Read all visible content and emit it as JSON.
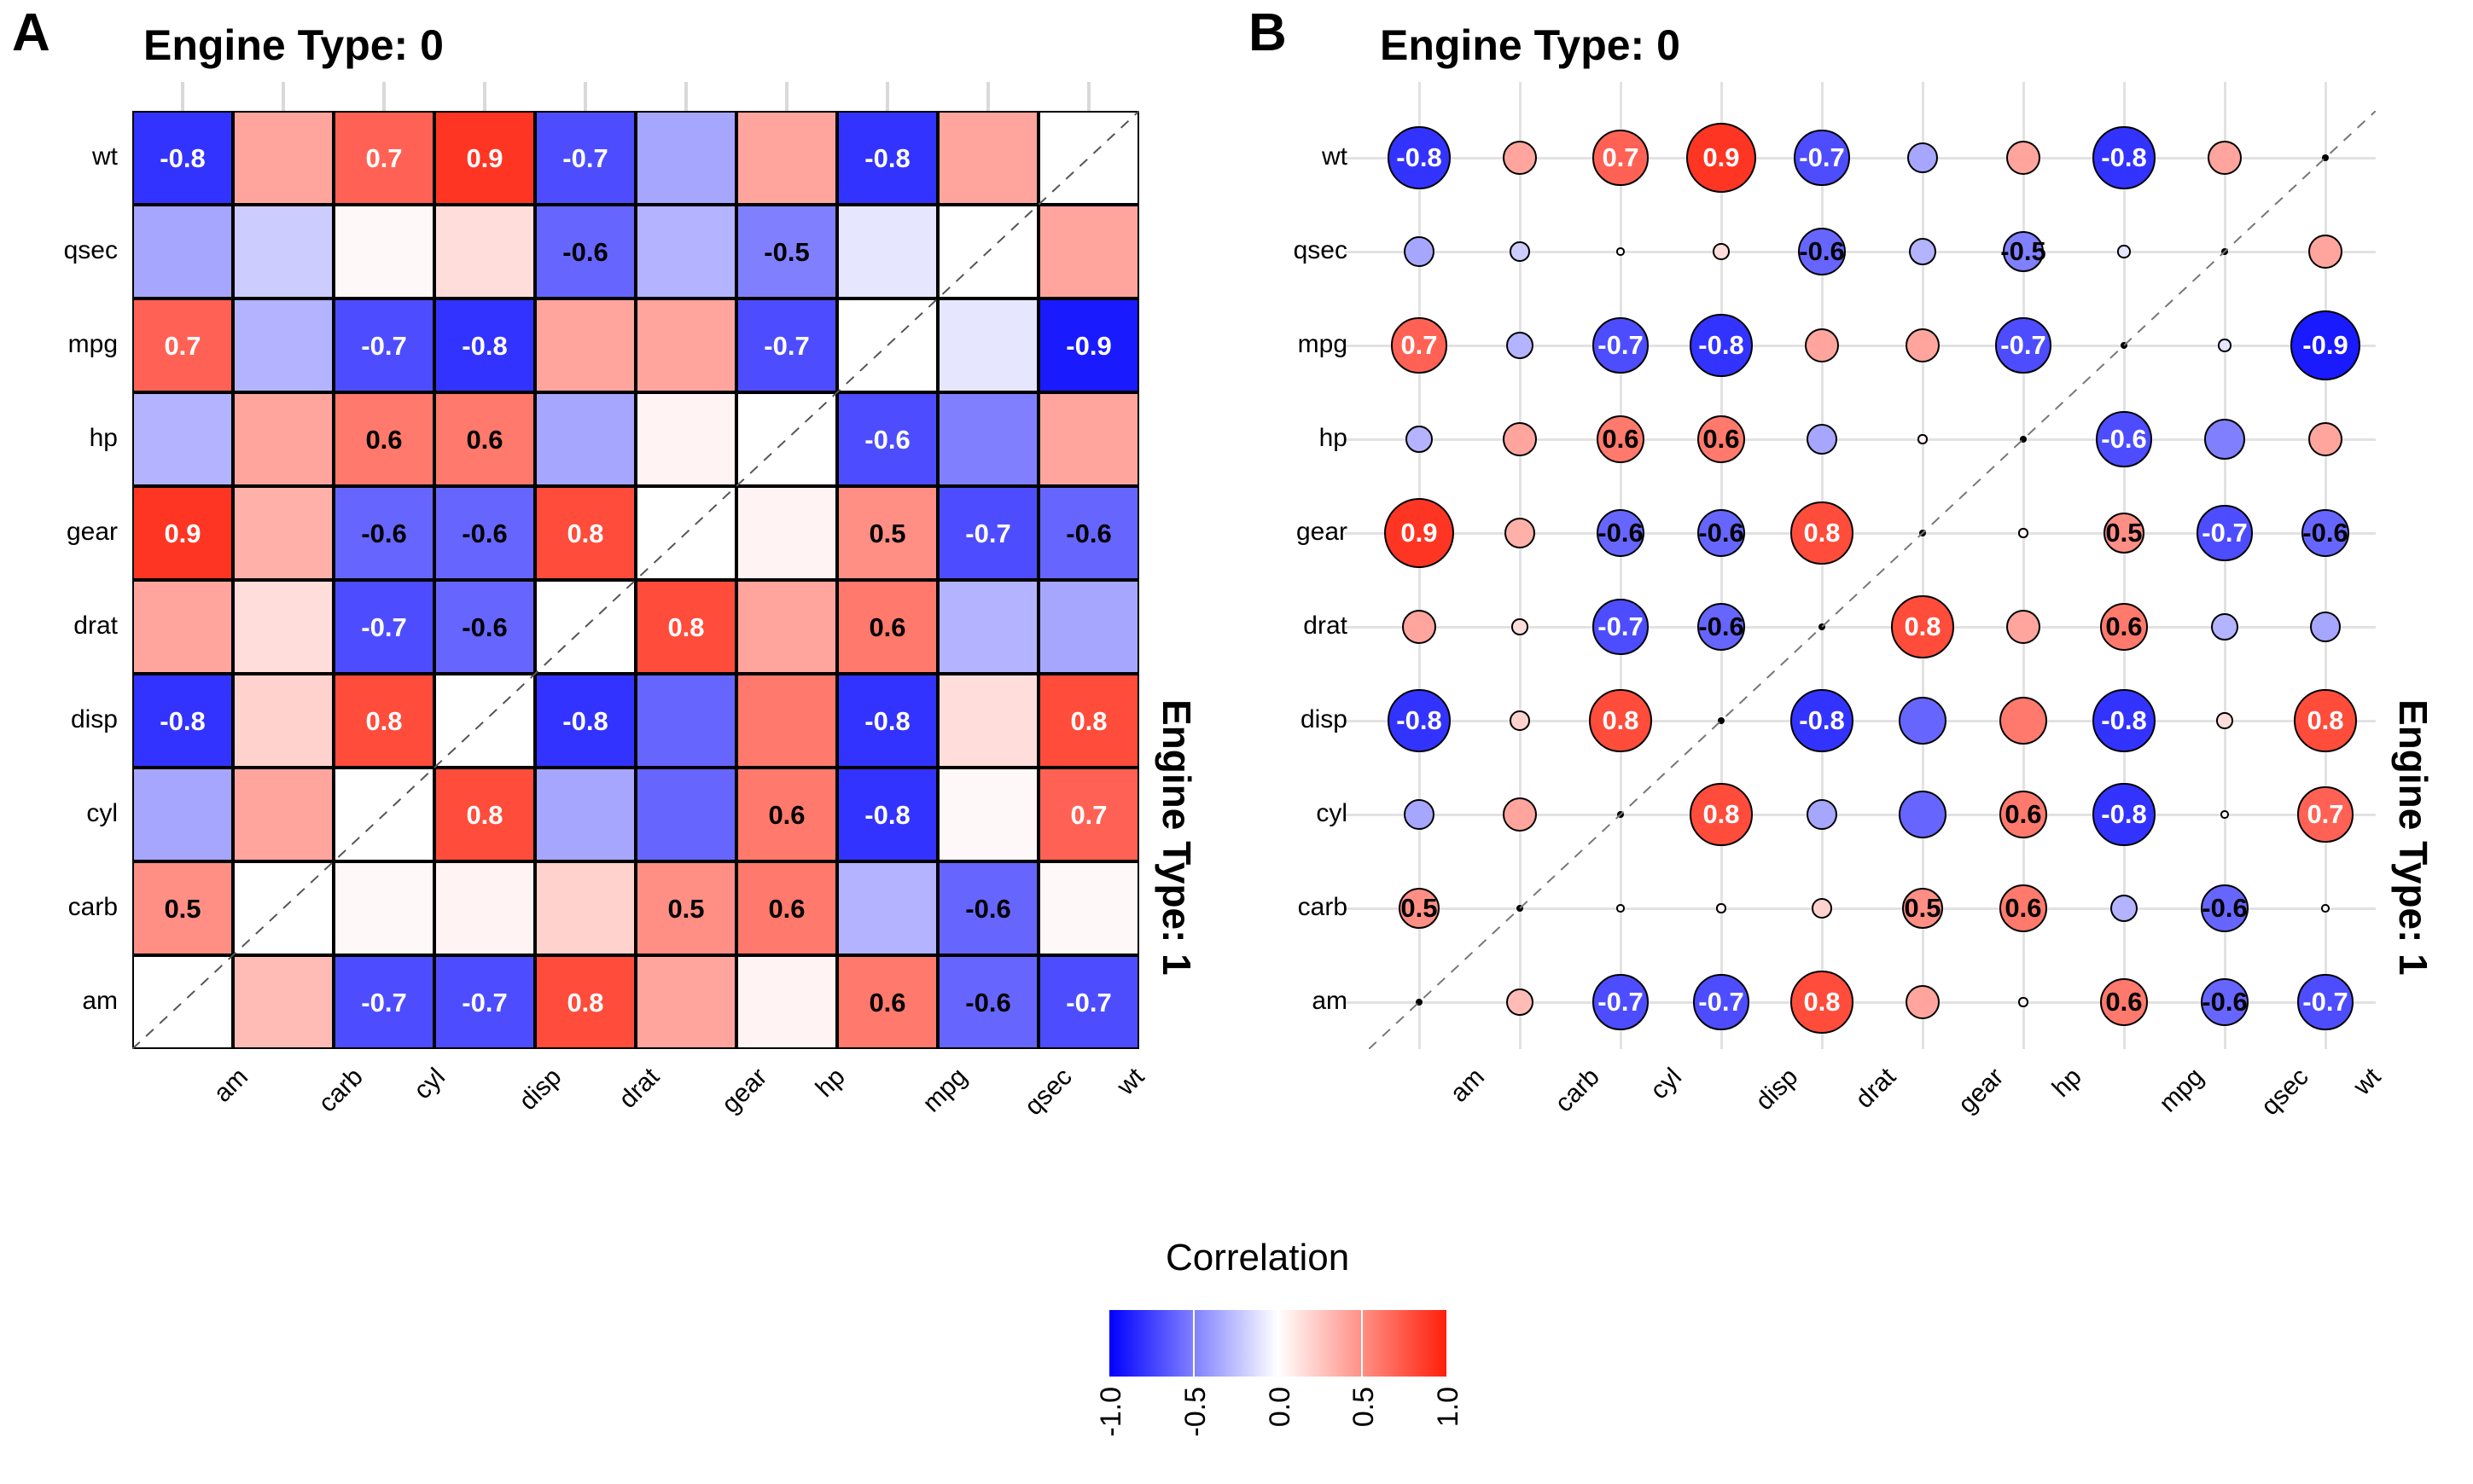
{
  "panels": [
    {
      "tag": "A",
      "title": "Engine Type: 0",
      "strip_label": "Engine Type: 1",
      "type": "tile"
    },
    {
      "tag": "B",
      "title": "Engine Type: 0",
      "strip_label": "Engine Type: 1",
      "type": "circle"
    }
  ],
  "legend": {
    "title": "Correlation",
    "ticks": [
      "-1.0",
      "-0.5",
      "0.0",
      "0.5",
      "1.0"
    ],
    "tick_values": [
      -1.0,
      -0.5,
      0.0,
      0.5,
      1.0
    ],
    "low_color": "#0000ff",
    "mid_color": "#ffffff",
    "high_color": "#ff1f0a"
  },
  "chart_data": {
    "type": "heatmap",
    "title": "Engine Type: 0",
    "xlabel": "",
    "ylabel": "",
    "grid": true,
    "legend_position": "bottom",
    "value_label_threshold": 0.45,
    "color_scale": {
      "min": -1.0,
      "mid": 0.0,
      "max": 1.0,
      "low": "#0000ff",
      "mid_color": "#ffffff",
      "high": "#ff1f0a"
    },
    "x_categories": [
      "am",
      "carb",
      "cyl",
      "disp",
      "drat",
      "gear",
      "hp",
      "mpg",
      "qsec",
      "wt"
    ],
    "y_categories": [
      "wt",
      "qsec",
      "mpg",
      "hp",
      "gear",
      "drat",
      "disp",
      "cyl",
      "carb",
      "am"
    ],
    "matrix": [
      [
        -0.8,
        0.4,
        0.7,
        0.9,
        -0.7,
        -0.35,
        0.4,
        -0.8,
        0.4,
        null
      ],
      [
        -0.35,
        -0.2,
        0.03,
        0.15,
        -0.6,
        -0.3,
        -0.5,
        -0.1,
        null,
        0.4
      ],
      [
        0.7,
        -0.3,
        -0.7,
        -0.8,
        0.4,
        0.4,
        -0.7,
        null,
        -0.1,
        -0.9
      ],
      [
        -0.3,
        0.4,
        0.6,
        0.6,
        -0.35,
        0.05,
        null,
        -0.7,
        -0.5,
        0.4
      ],
      [
        0.9,
        0.35,
        -0.6,
        -0.6,
        0.8,
        null,
        0.05,
        0.5,
        -0.7,
        -0.6
      ],
      [
        0.4,
        0.15,
        -0.7,
        -0.6,
        null,
        0.8,
        0.4,
        0.6,
        -0.3,
        -0.35
      ],
      [
        -0.8,
        0.2,
        0.8,
        null,
        -0.8,
        -0.6,
        0.6,
        -0.8,
        0.15,
        0.8
      ],
      [
        -0.35,
        0.4,
        null,
        0.8,
        -0.35,
        -0.6,
        0.6,
        -0.8,
        0.03,
        0.7
      ],
      [
        0.5,
        null,
        0.03,
        0.05,
        0.2,
        0.5,
        0.6,
        -0.3,
        -0.6,
        0.03
      ],
      [
        null,
        0.3,
        -0.7,
        -0.7,
        0.8,
        0.4,
        0.05,
        0.6,
        -0.6,
        -0.7
      ]
    ],
    "labels": [
      [
        "-0.8",
        "",
        "0.7",
        "0.9",
        "-0.7",
        "",
        "",
        "-0.8",
        "",
        ""
      ],
      [
        "",
        "",
        "",
        "",
        "-0.6",
        "",
        "-0.5",
        "",
        "",
        ""
      ],
      [
        "0.7",
        "",
        "-0.7",
        "-0.8",
        "",
        "",
        "-0.7",
        "",
        "",
        "-0.9"
      ],
      [
        "",
        "",
        "0.6",
        "0.6",
        "",
        "",
        "",
        "-0.6",
        "",
        ""
      ],
      [
        "0.9",
        "",
        "-0.6",
        "-0.6",
        "0.8",
        "",
        "",
        "0.5",
        "-0.7",
        "-0.6"
      ],
      [
        "",
        "",
        "-0.7",
        "-0.6",
        "",
        "0.8",
        "",
        "0.6",
        "",
        ""
      ],
      [
        "-0.8",
        "",
        "0.8",
        "",
        "-0.8",
        "",
        "",
        "-0.8",
        "",
        "0.8"
      ],
      [
        "",
        "",
        "",
        "0.8",
        "",
        "",
        "0.6",
        "-0.8",
        "",
        "0.7"
      ],
      [
        "0.5",
        "",
        "",
        "",
        "",
        "0.5",
        "0.6",
        "",
        "-0.6",
        ""
      ],
      [
        "",
        "",
        "-0.7",
        "-0.7",
        "0.8",
        "",
        "",
        "0.6",
        "-0.6",
        "-0.7"
      ]
    ]
  }
}
